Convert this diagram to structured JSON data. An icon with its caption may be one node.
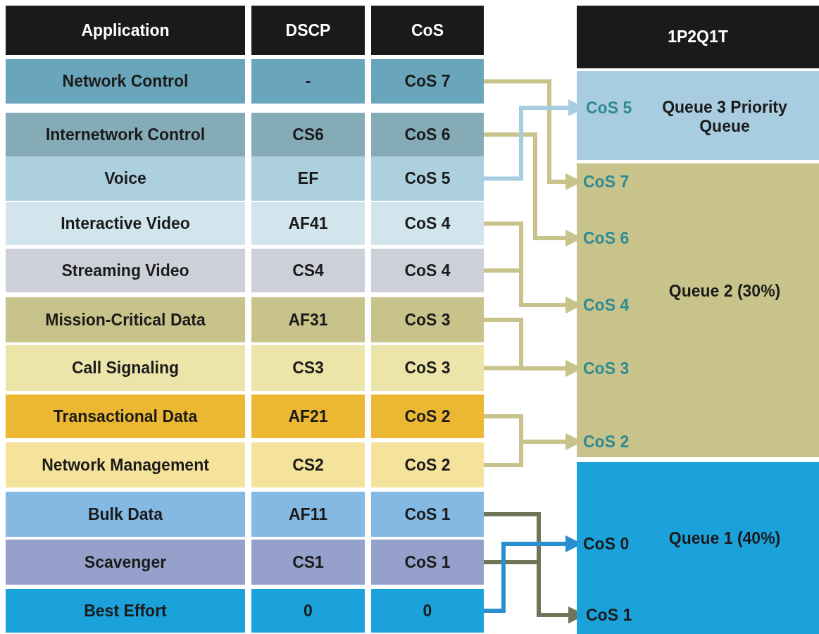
{
  "diagram": {
    "nodes": [
      {
        "text": [
          "Application"
        ]
      },
      {
        "text": [
          "DSCP"
        ]
      },
      {
        "text": [
          "CoS"
        ]
      },
      {
        "text": [
          "1P2Q1T"
        ]
      },
      {
        "text": [
          "Network Control"
        ]
      },
      {
        "text": [
          "-"
        ]
      },
      {
        "text": [
          "CoS 7"
        ]
      },
      {
        "text": [
          "Internetwork Control"
        ]
      },
      {
        "text": [
          "CS6"
        ]
      },
      {
        "text": [
          "CoS 6"
        ]
      },
      {
        "text": [
          "Voice"
        ]
      },
      {
        "text": [
          "EF"
        ]
      },
      {
        "text": [
          "CoS 5"
        ]
      },
      {
        "text": [
          "Interactive Video"
        ]
      },
      {
        "text": [
          "AF41"
        ]
      },
      {
        "text": [
          "CoS 4"
        ]
      },
      {
        "text": [
          "Streaming Video"
        ]
      },
      {
        "text": [
          "CS4"
        ]
      },
      {
        "text": [
          "CoS 4"
        ]
      },
      {
        "text": [
          "Mission-Critical Data"
        ]
      },
      {
        "text": [
          "AF31"
        ]
      },
      {
        "text": [
          "CoS 3"
        ]
      },
      {
        "text": [
          "Call Signaling"
        ]
      },
      {
        "text": [
          "CS3"
        ]
      },
      {
        "text": [
          "CoS 3"
        ]
      },
      {
        "text": [
          "Transactional Data"
        ]
      },
      {
        "text": [
          "AF21"
        ]
      },
      {
        "text": [
          "CoS 2"
        ]
      },
      {
        "text": [
          "Network Management"
        ]
      },
      {
        "text": [
          "CS2"
        ]
      },
      {
        "text": [
          "CoS 2"
        ]
      },
      {
        "text": [
          "Bulk Data"
        ]
      },
      {
        "text": [
          "AF11"
        ]
      },
      {
        "text": [
          "CoS 1"
        ]
      },
      {
        "text": [
          "Scavenger"
        ]
      },
      {
        "text": [
          "CS1"
        ]
      },
      {
        "text": [
          "CoS 1"
        ]
      },
      {
        "text": [
          "Best Effort"
        ]
      },
      {
        "text": [
          "0"
        ]
      },
      {
        "text": [
          "0"
        ]
      },
      {
        "text": [
          "Queue 3 Priority Queue"
        ]
      },
      {
        "text": [
          "CoS 5"
        ],
        "in": 40
      },
      {
        "text": [
          "Queue 2 (30%)"
        ]
      },
      {
        "text": [
          "CoS 7"
        ],
        "in": 42
      },
      {
        "text": [
          "CoS 6"
        ],
        "in": 42
      },
      {
        "text": [
          "CoS 4"
        ],
        "in": 42
      },
      {
        "text": [
          "CoS 3"
        ],
        "in": 42
      },
      {
        "text": [
          "CoS 2"
        ],
        "in": 42
      },
      {
        "text": [
          "Queue 1 (40%)"
        ]
      },
      {
        "text": [
          "CoS 0"
        ],
        "in": 48
      },
      {
        "text": [
          "CoS 1"
        ],
        "in": 48
      }
    ],
    "edges": [
      {
        "from": 6,
        "to": 43,
        "arrow": "to"
      },
      {
        "from": 9,
        "to": 44,
        "arrow": "to"
      },
      {
        "from": 12,
        "to": 41,
        "arrow": "to",
        "color": "#a9cde0"
      },
      {
        "from": 15,
        "to": 45,
        "arrow": "to"
      },
      {
        "from": 18,
        "to": 45,
        "arrow": "to"
      },
      {
        "from": 21,
        "to": 46,
        "arrow": "to"
      },
      {
        "from": 24,
        "to": 46,
        "arrow": "to"
      },
      {
        "from": 27,
        "to": 47,
        "arrow": "to"
      },
      {
        "from": 30,
        "to": 47,
        "arrow": "to"
      },
      {
        "from": 33,
        "to": 50,
        "arrow": "to",
        "color": "#6e7657"
      },
      {
        "from": 36,
        "to": 50,
        "arrow": "to",
        "color": "#6e7657"
      },
      {
        "from": 39,
        "to": 49,
        "arrow": "to",
        "color": "#2a8fd0"
      }
    ]
  }
}
